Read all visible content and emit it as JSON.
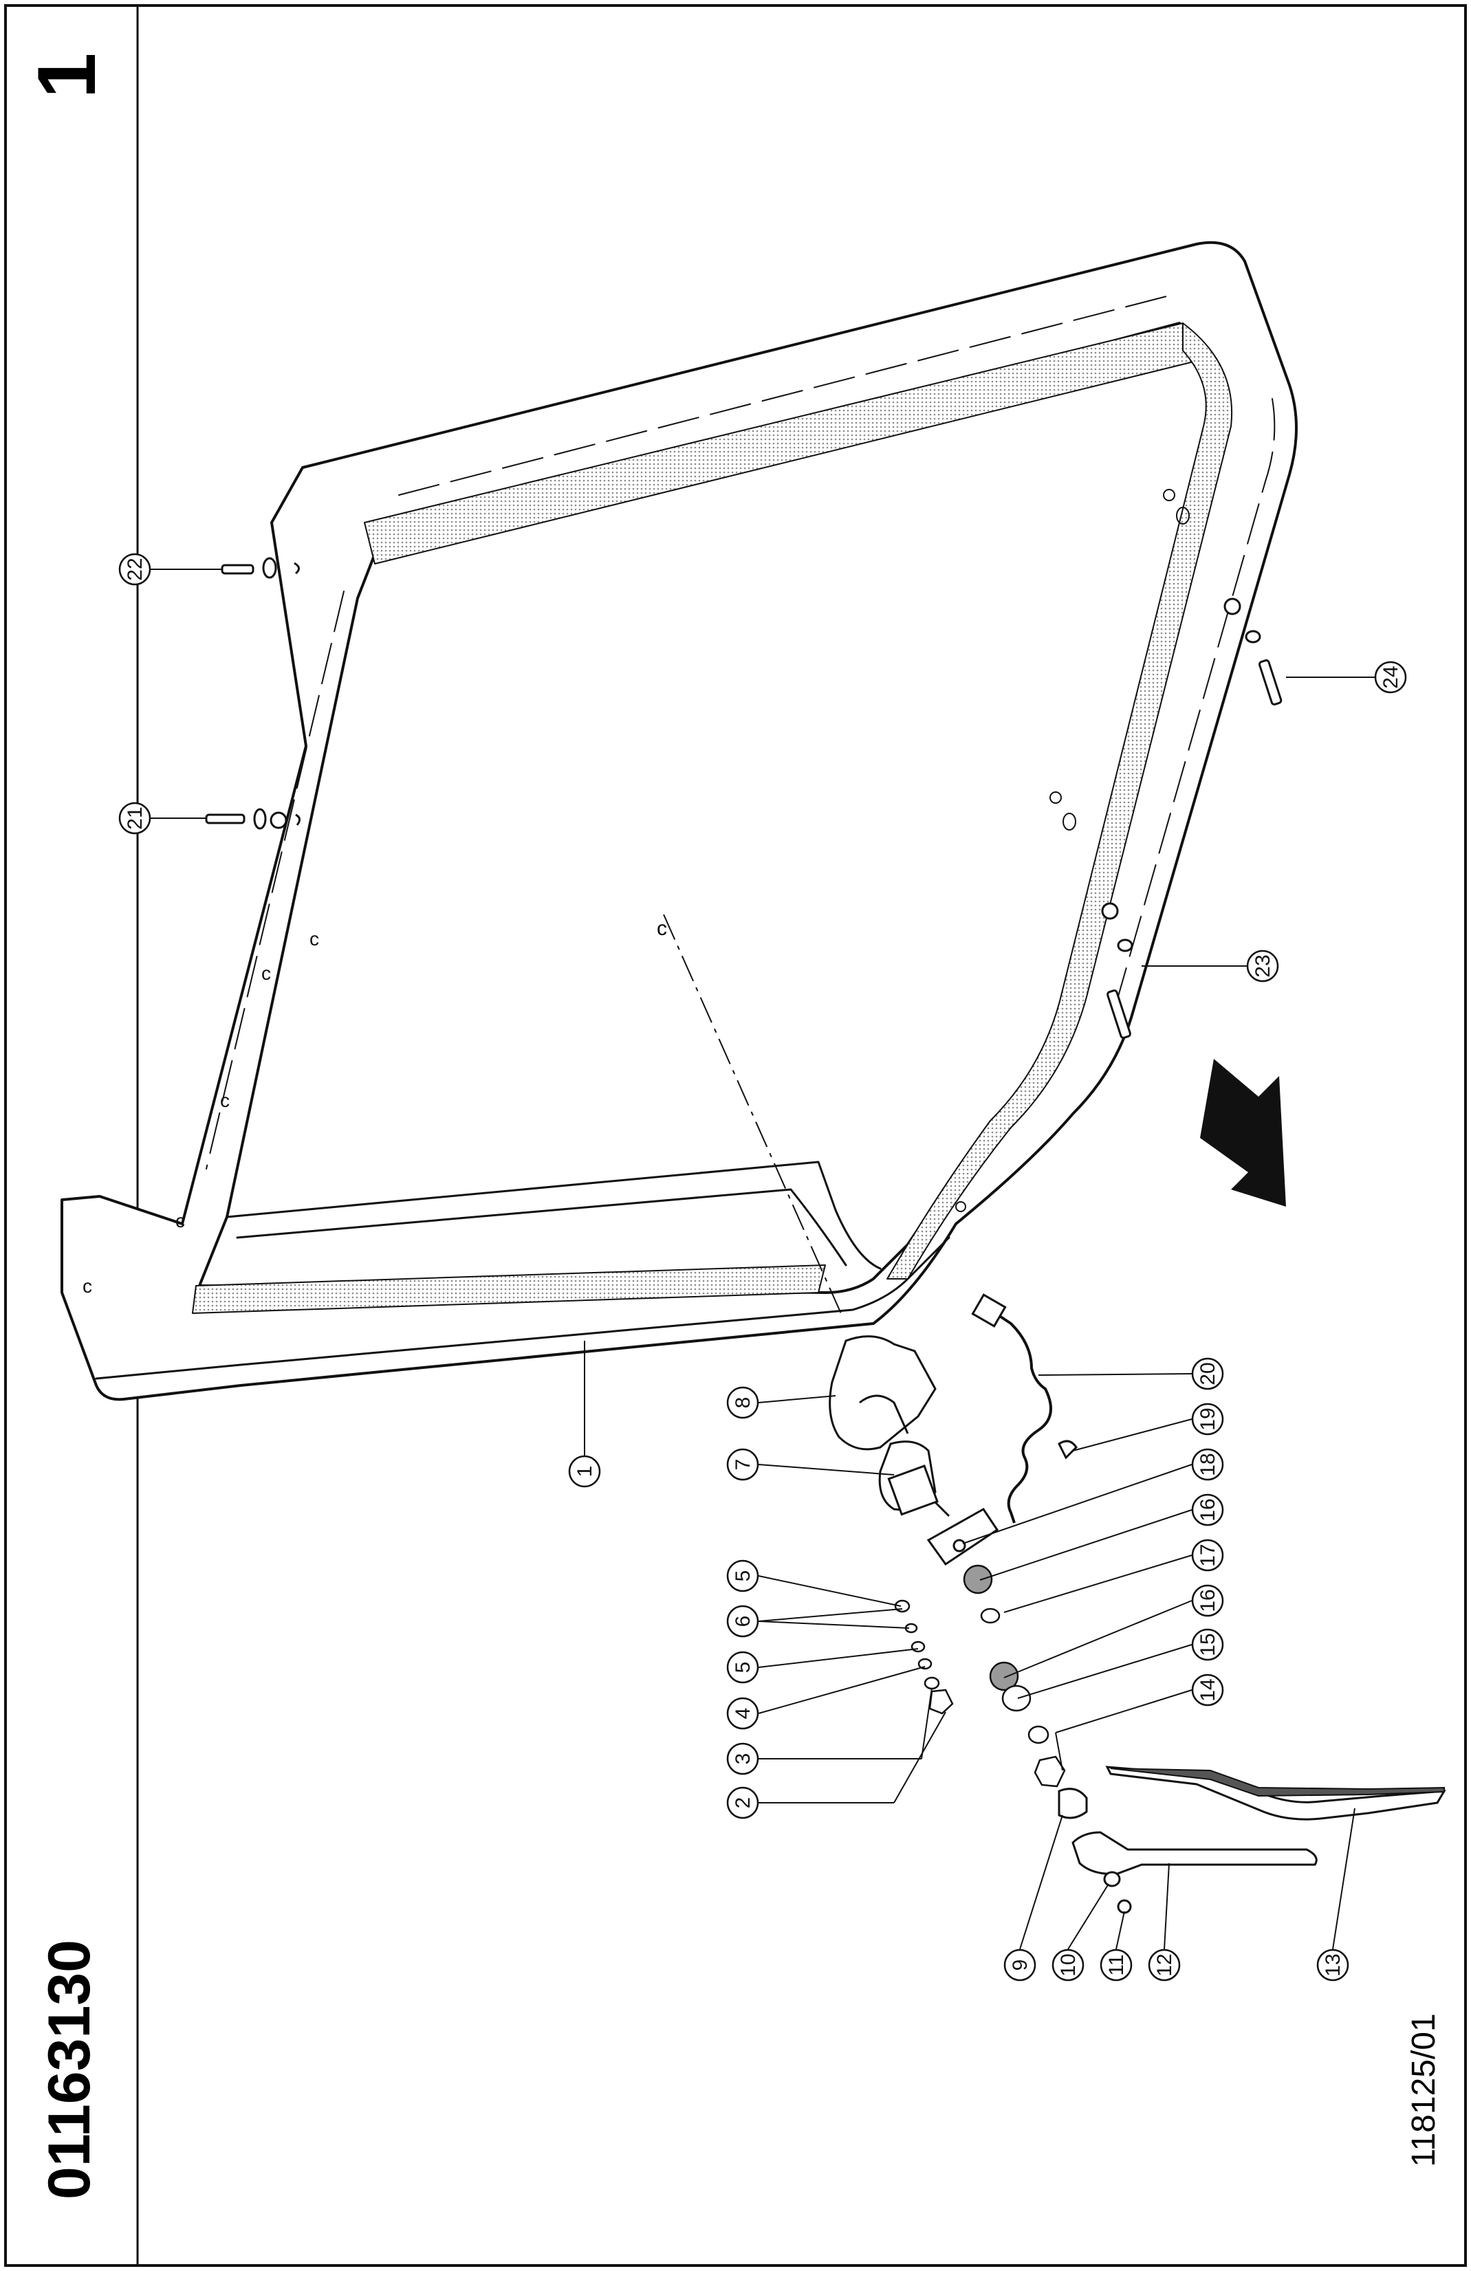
{
  "header": {
    "page_number": "1",
    "part_number": "01163130",
    "drawing_number": "118125/01"
  },
  "callouts": [
    {
      "id": "c1",
      "num": "1"
    },
    {
      "id": "c2",
      "num": "2"
    },
    {
      "id": "c3",
      "num": "3"
    },
    {
      "id": "c4",
      "num": "4"
    },
    {
      "id": "c5a",
      "num": "5"
    },
    {
      "id": "c6",
      "num": "6"
    },
    {
      "id": "c5b",
      "num": "5"
    },
    {
      "id": "c7",
      "num": "7"
    },
    {
      "id": "c8",
      "num": "8"
    },
    {
      "id": "c9",
      "num": "9"
    },
    {
      "id": "c10",
      "num": "10"
    },
    {
      "id": "c11",
      "num": "11"
    },
    {
      "id": "c12",
      "num": "12"
    },
    {
      "id": "c13",
      "num": "13"
    },
    {
      "id": "c14",
      "num": "14"
    },
    {
      "id": "c15",
      "num": "15"
    },
    {
      "id": "c16a",
      "num": "16"
    },
    {
      "id": "c17",
      "num": "17"
    },
    {
      "id": "c16b",
      "num": "16"
    },
    {
      "id": "c18",
      "num": "18"
    },
    {
      "id": "c19",
      "num": "19"
    },
    {
      "id": "c20",
      "num": "20"
    },
    {
      "id": "c21",
      "num": "21"
    },
    {
      "id": "c22",
      "num": "22"
    },
    {
      "id": "c23",
      "num": "23"
    },
    {
      "id": "c24",
      "num": "24"
    }
  ],
  "colors": {
    "ink": "#111111",
    "paper": "#ffffff",
    "seal": "#9a9a9a"
  }
}
